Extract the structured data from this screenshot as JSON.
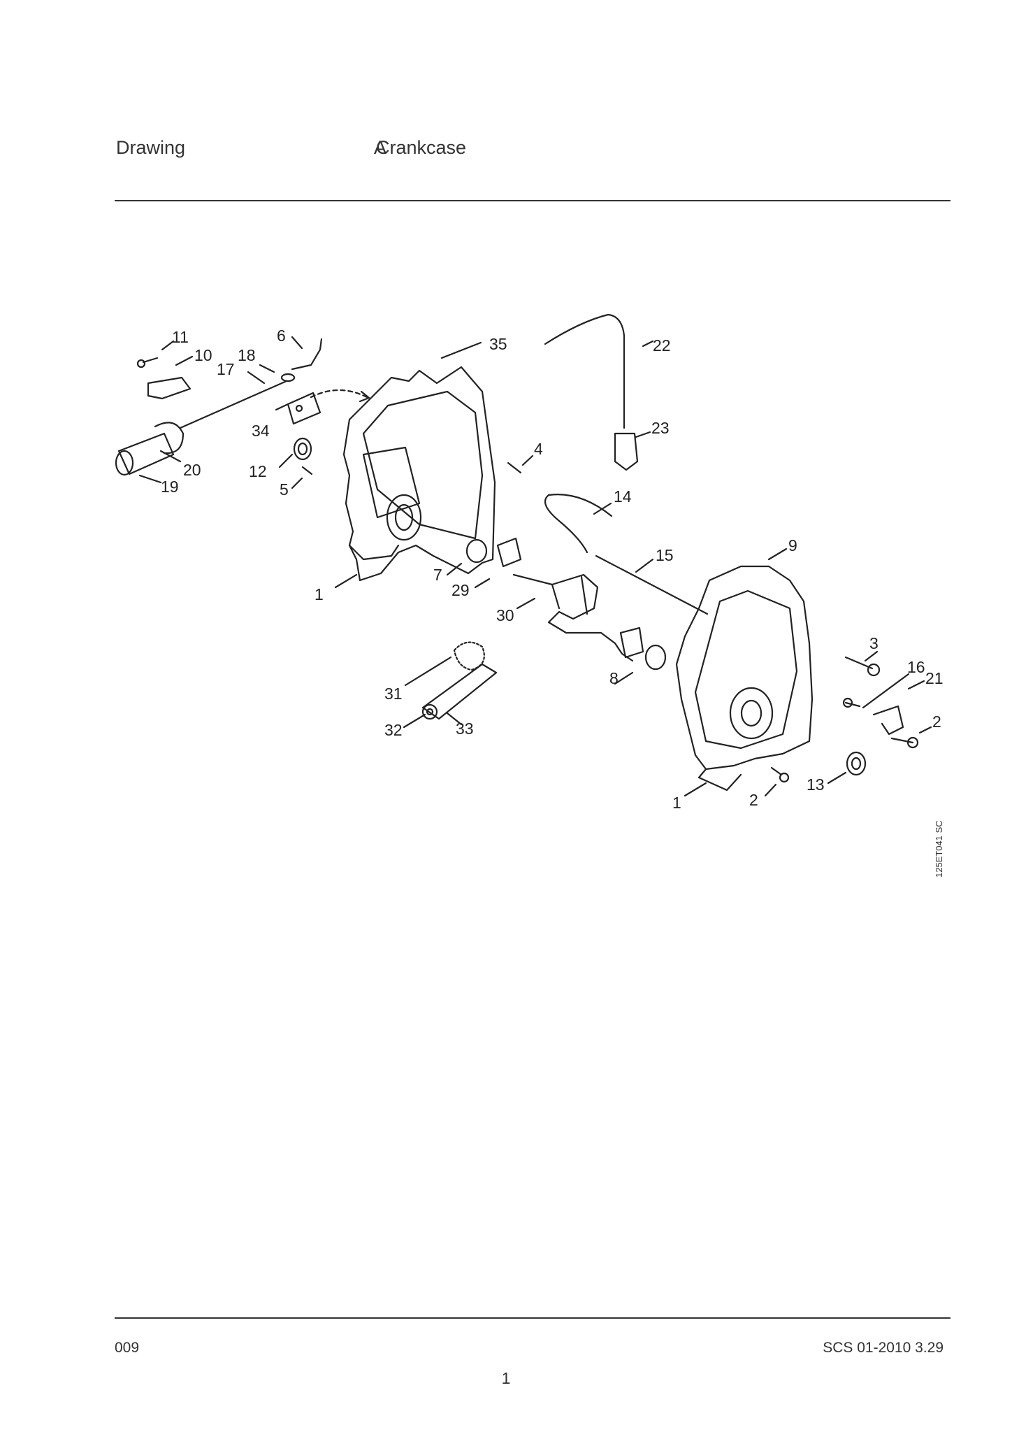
{
  "header": {
    "label": "Drawing",
    "letter": "A",
    "title": "Crankcase"
  },
  "drawing": {
    "code": "125ET041 SC",
    "callouts": [
      {
        "id": "c11",
        "text": "11"
      },
      {
        "id": "c10",
        "text": "10"
      },
      {
        "id": "c18",
        "text": "18"
      },
      {
        "id": "c17",
        "text": "17"
      },
      {
        "id": "c6",
        "text": "6"
      },
      {
        "id": "c35",
        "text": "35"
      },
      {
        "id": "c22",
        "text": "22"
      },
      {
        "id": "c34",
        "text": "34"
      },
      {
        "id": "c23",
        "text": "23"
      },
      {
        "id": "c4",
        "text": "4"
      },
      {
        "id": "c20",
        "text": "20"
      },
      {
        "id": "c19",
        "text": "19"
      },
      {
        "id": "c12",
        "text": "12"
      },
      {
        "id": "c5",
        "text": "5"
      },
      {
        "id": "c14",
        "text": "14"
      },
      {
        "id": "c15",
        "text": "15"
      },
      {
        "id": "c9",
        "text": "9"
      },
      {
        "id": "c7",
        "text": "7"
      },
      {
        "id": "c29",
        "text": "29"
      },
      {
        "id": "c1a",
        "text": "1"
      },
      {
        "id": "c30",
        "text": "30"
      },
      {
        "id": "c3",
        "text": "3"
      },
      {
        "id": "c16",
        "text": "16"
      },
      {
        "id": "c21",
        "text": "21"
      },
      {
        "id": "c31",
        "text": "31"
      },
      {
        "id": "c8",
        "text": "8"
      },
      {
        "id": "c2a",
        "text": "2"
      },
      {
        "id": "c32",
        "text": "32"
      },
      {
        "id": "c33",
        "text": "33"
      },
      {
        "id": "c13",
        "text": "13"
      },
      {
        "id": "c1b",
        "text": "1"
      },
      {
        "id": "c2b",
        "text": "2"
      }
    ]
  },
  "footer": {
    "left": "009",
    "right": "SCS 01-2010 3.29",
    "page": "1"
  }
}
